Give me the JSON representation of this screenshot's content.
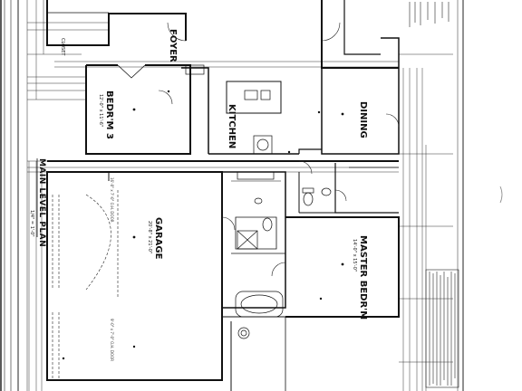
{
  "plan": {
    "title": "MAIN LEVEL PLAN",
    "scale": "1/4\" = 1'-0\""
  },
  "rooms": {
    "foyer": "FOYER",
    "bedroom3": "BEDR'M 3",
    "bedroom3_size": "12'-0\" x 11'-6\"",
    "kitchen": "KITCHEN",
    "dining": "DINING",
    "garage": "GARAGE",
    "garage_size": "20'-8\" x 21'-0\"",
    "master_bedroom": "MASTER BEDR'M",
    "master_size": "14'-0\" x 15'-0\"",
    "closet": "CLOSET"
  },
  "door_labels": {
    "garage_door_1": "16'-0\" x 7'-0\" O.H. DOOR",
    "garage_door_2": "9'-0\" x 7'-0\" O.H. DOOR"
  }
}
